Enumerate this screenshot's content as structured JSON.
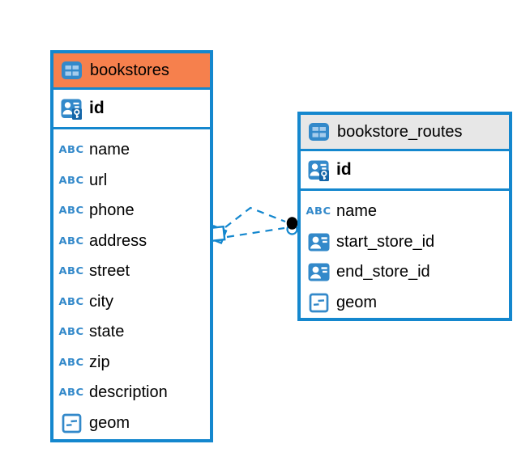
{
  "diagram": {
    "theme": {
      "table_border_color": "#1487CE",
      "header_orange": "#F6804D",
      "header_gray": "#E7E7E7",
      "icon_blue": "#3389CA",
      "icon_blue_dark": "#1566A8",
      "icon_cell_blue": "#A6CCEC",
      "connector_color": "#1487CE",
      "text_color": "#000000",
      "background": "#FFFFFF"
    },
    "tables": [
      {
        "name": "bookstores",
        "header_style": "orange",
        "header_icon": "table-icon",
        "columns": [
          {
            "name": "id",
            "icon": "primary-key-icon",
            "key": true
          },
          {
            "name": "name",
            "icon": "text-icon"
          },
          {
            "name": "url",
            "icon": "text-icon"
          },
          {
            "name": "phone",
            "icon": "text-icon"
          },
          {
            "name": "address",
            "icon": "text-icon"
          },
          {
            "name": "street",
            "icon": "text-icon"
          },
          {
            "name": "city",
            "icon": "text-icon"
          },
          {
            "name": "state",
            "icon": "text-icon"
          },
          {
            "name": "zip",
            "icon": "text-icon"
          },
          {
            "name": "description",
            "icon": "text-icon"
          },
          {
            "name": "geom",
            "icon": "geometry-icon"
          }
        ]
      },
      {
        "name": "bookstore_routes",
        "header_style": "gray",
        "header_icon": "table-icon",
        "columns": [
          {
            "name": "id",
            "icon": "primary-key-icon",
            "key": true
          },
          {
            "name": "name",
            "icon": "text-icon"
          },
          {
            "name": "start_store_id",
            "icon": "reference-icon"
          },
          {
            "name": "end_store_id",
            "icon": "reference-icon"
          },
          {
            "name": "geom",
            "icon": "geometry-icon"
          }
        ]
      }
    ],
    "connector": {
      "style": "dashed",
      "from": "bookstores",
      "to": "bookstore_routes"
    }
  }
}
